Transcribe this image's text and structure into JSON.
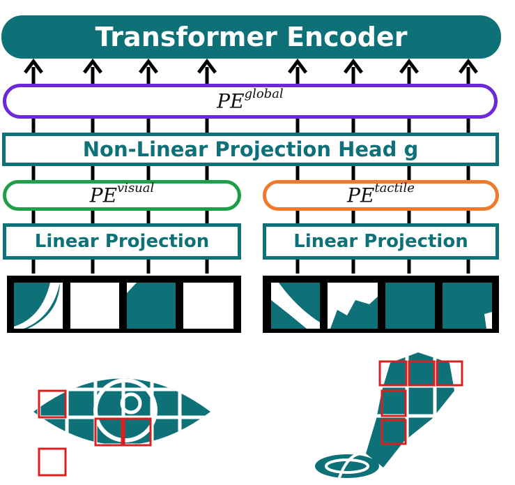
{
  "header": {
    "title": "Transformer Encoder"
  },
  "pe_global": {
    "base": "PE",
    "sup": "global"
  },
  "projection_head": {
    "label": "Non-Linear Projection Head g"
  },
  "pe_visual": {
    "base": "PE",
    "sup": "visual"
  },
  "pe_tactile": {
    "base": "PE",
    "sup": "tactile"
  },
  "linear_left": {
    "label": "Linear Projection"
  },
  "linear_right": {
    "label": "Linear Projection"
  },
  "colors": {
    "teal": "#0e7178",
    "purple": "#6b2ad6",
    "green": "#1f9e49",
    "orange": "#ee7a2a",
    "patch_highlight": "#d82020",
    "patch_frame": "#000000"
  },
  "icons": [
    "eye-icon",
    "finger-touch-icon"
  ]
}
